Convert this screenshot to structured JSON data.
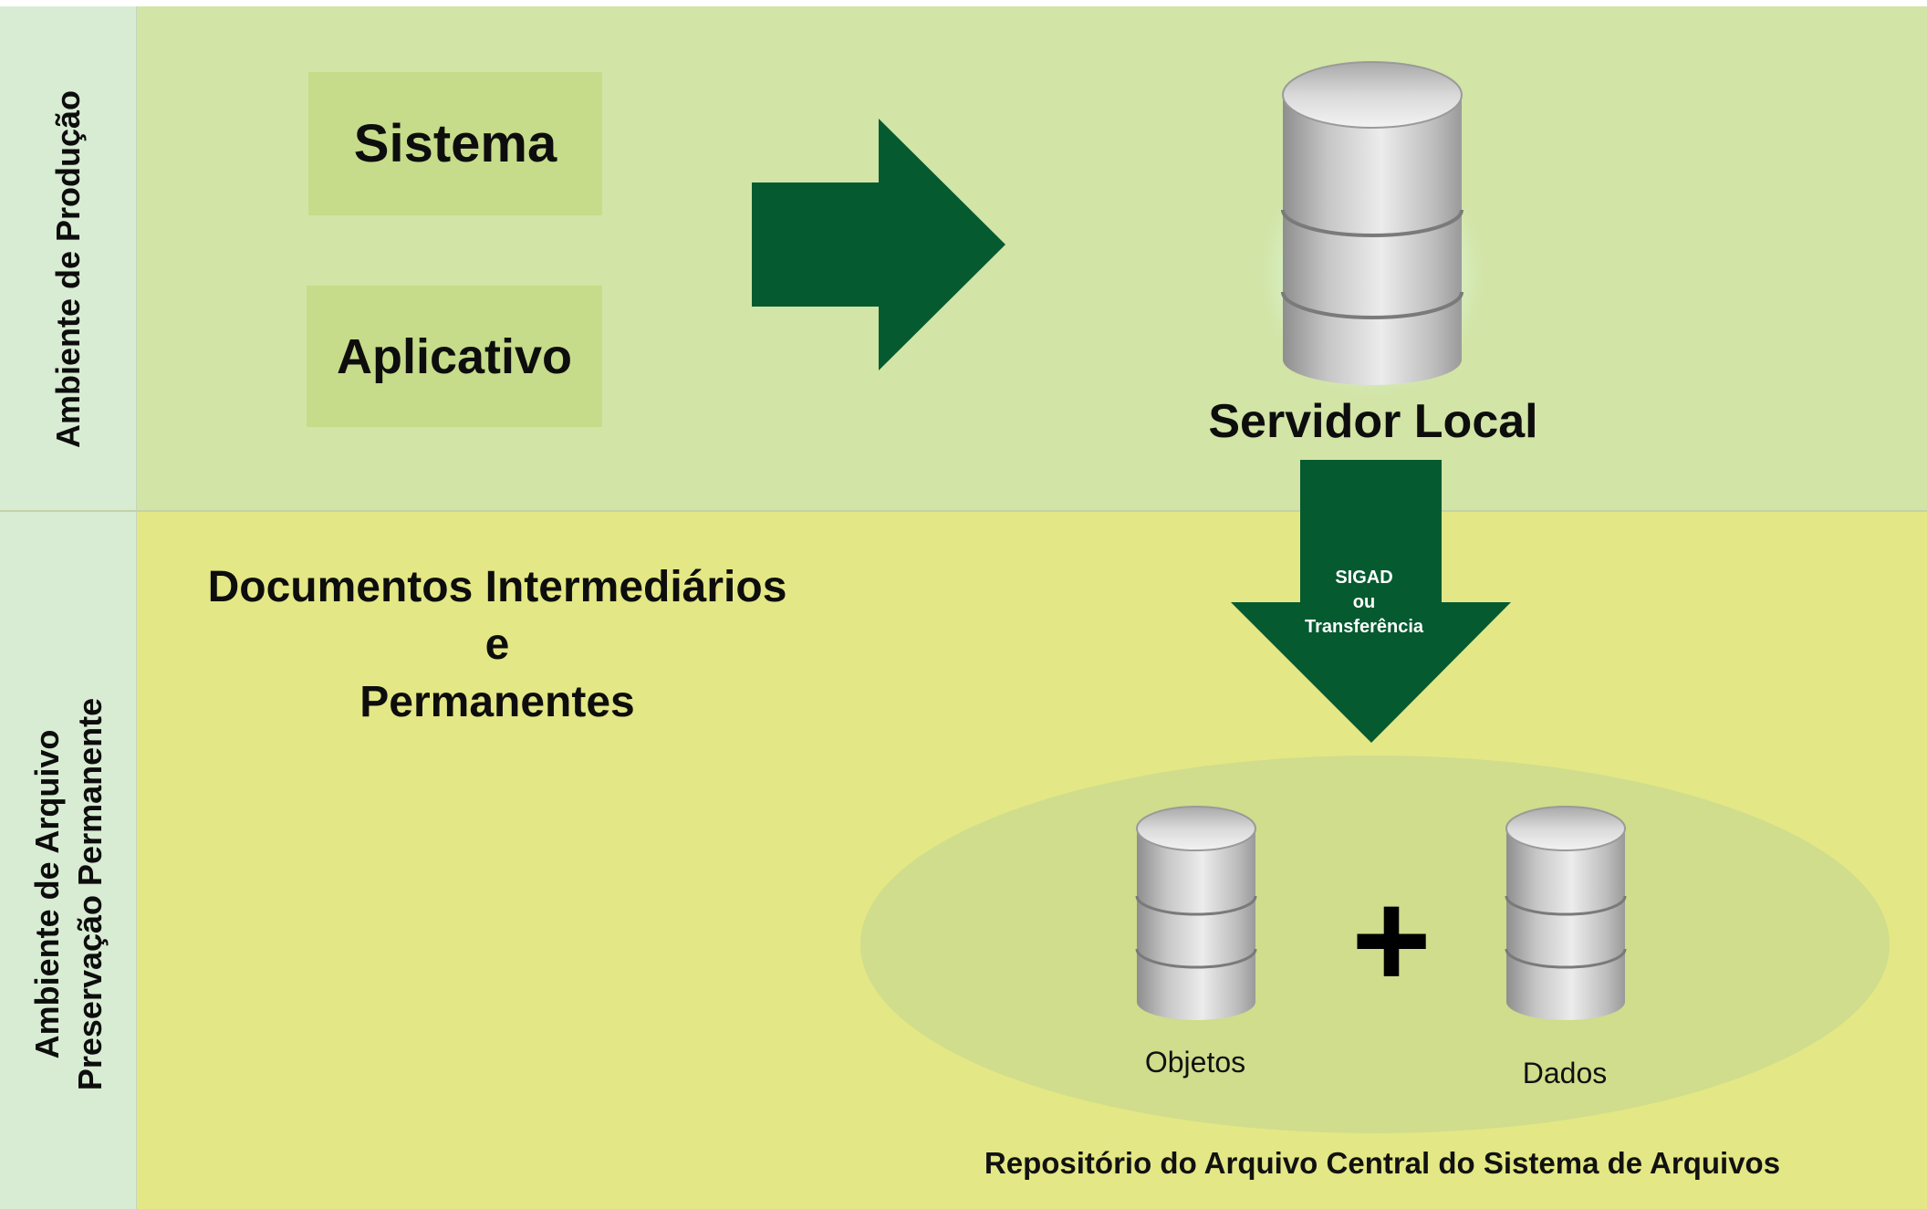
{
  "zones": {
    "top_label": "Ambiente de Produção",
    "bottom_label_line1": "Ambiente de Arquivo",
    "bottom_label_line2": "Preservação Permanente"
  },
  "sources": {
    "sistema": "Sistema",
    "aplicativo": "Aplicativo"
  },
  "server": {
    "label": "Servidor Local"
  },
  "transfer": {
    "line1": "SIGAD",
    "line2": "ou",
    "line3": "Transferência"
  },
  "documents": {
    "line1": "Documentos Intermediários",
    "line2": "e",
    "line3": "Permanentes"
  },
  "repository": {
    "objects_label": "Objetos",
    "data_label": "Dados",
    "plus_symbol": "+",
    "caption": "Repositório do Arquivo Central do Sistema de Arquivos"
  },
  "colors": {
    "arrow_green": "#055a30",
    "production_band": "#d2e4a6",
    "archive_band": "#e3e785",
    "sidebar": "#d8ecd3",
    "box_fill": "#c6dc8a",
    "ellipse_fill": "#cfdd8c"
  },
  "icons": {
    "server": "database-cylinder-icon",
    "arrow_right": "arrow-right-icon",
    "arrow_down": "arrow-down-icon"
  }
}
